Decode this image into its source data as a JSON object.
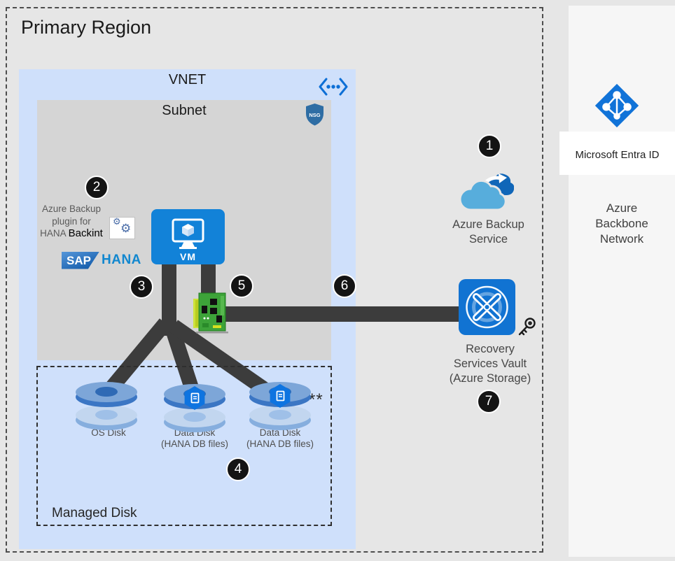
{
  "diagram": {
    "primary_region_label": "Primary Region",
    "vnet_label": "VNET",
    "subnet_label": "Subnet",
    "nsg_label": "NSG",
    "plugin": {
      "line1": "Azure Backup",
      "line2": "plugin for",
      "line3_gray": "HANA",
      "line3_black": "Backint"
    },
    "sap_logo": {
      "sap": "SAP",
      "hana": "HANA"
    },
    "vm_label": "VM",
    "managed_disk_label": "Managed Disk",
    "disks": [
      {
        "line1": "OS Disk"
      },
      {
        "line1": "Data Disk",
        "line2": "(HANA DB files)"
      },
      {
        "line1": "Data Disk",
        "line2": "(HANA DB files)"
      }
    ],
    "asterisks": "**",
    "backup_service": {
      "line1": "Azure Backup",
      "line2": "Service"
    },
    "vault": {
      "line1": "Recovery",
      "line2": "Services Vault",
      "line3": "(Azure Storage)"
    },
    "entra_label": "Microsoft Entra ID",
    "backbone": {
      "line1": "Azure",
      "line2": "Backbone",
      "line3": "Network"
    },
    "steps": {
      "1": "1",
      "2": "2",
      "3": "3",
      "4": "4",
      "5": "5",
      "6": "6",
      "7": "7"
    }
  },
  "colors": {
    "background": "#e6e6e6",
    "vnet_fill": "#cfe0fb",
    "subnet_fill": "#d5d5d5",
    "right_panel_fill": "#f6f6f6",
    "entra_band_fill": "#ffffff",
    "azure_blue": "#1173d8",
    "connector_dark": "#3c3c3c",
    "nic_green": "#3da339",
    "cloud_light": "#57addc",
    "cloud_dark": "#1066b8",
    "sap_blue": "#1187cf",
    "step_badge": "#141414"
  }
}
